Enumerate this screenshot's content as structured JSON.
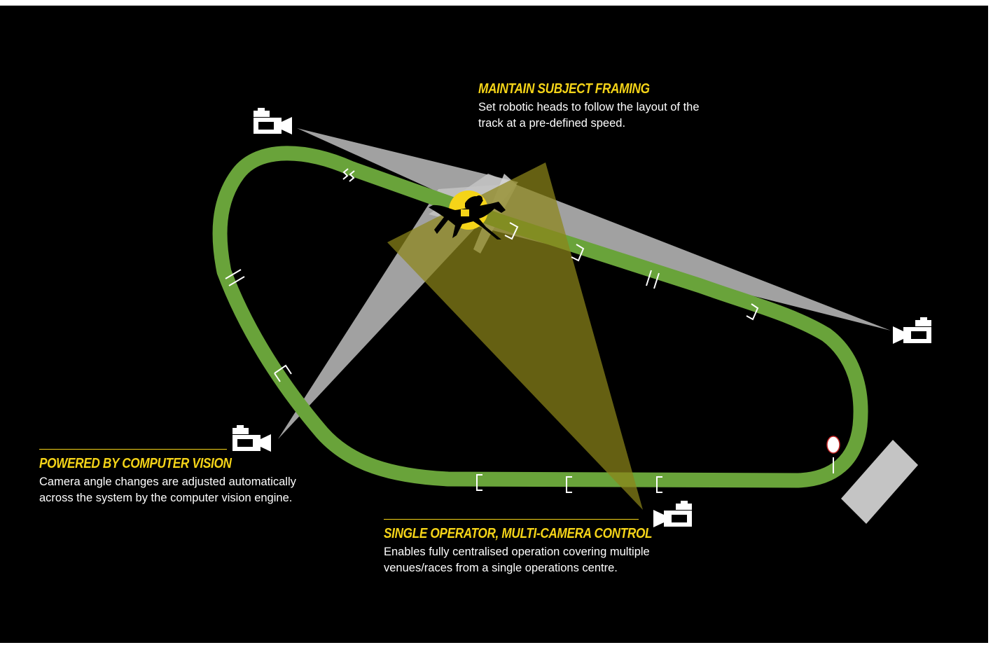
{
  "callouts": {
    "framing": {
      "title": "MAINTAIN SUBJECT FRAMING",
      "body_line1": "Set robotic heads to follow the layout of the",
      "body_line2": "track at a pre-defined speed."
    },
    "vision": {
      "title": "POWERED BY COMPUTER VISION",
      "body_line1": "Camera angle changes are adjusted automatically",
      "body_line2": "across the system by the computer vision engine."
    },
    "operator": {
      "title": "SINGLE OPERATOR, MULTI-CAMERA CONTROL",
      "body_line1": "Enables fully centralised operation covering multiple",
      "body_line2": "venues/races from a single operations centre."
    }
  },
  "colors": {
    "background": "#000000",
    "track": "#69a33a",
    "accent": "#f5d418",
    "camera_beam": "#bfbfbf",
    "active_beam": "#8c8519",
    "grandstand": "#c4c4c4"
  },
  "icons": {
    "camera": "video-camera-icon",
    "horse": "horse-and-jockey-icon",
    "post": "winning-post-icon"
  }
}
